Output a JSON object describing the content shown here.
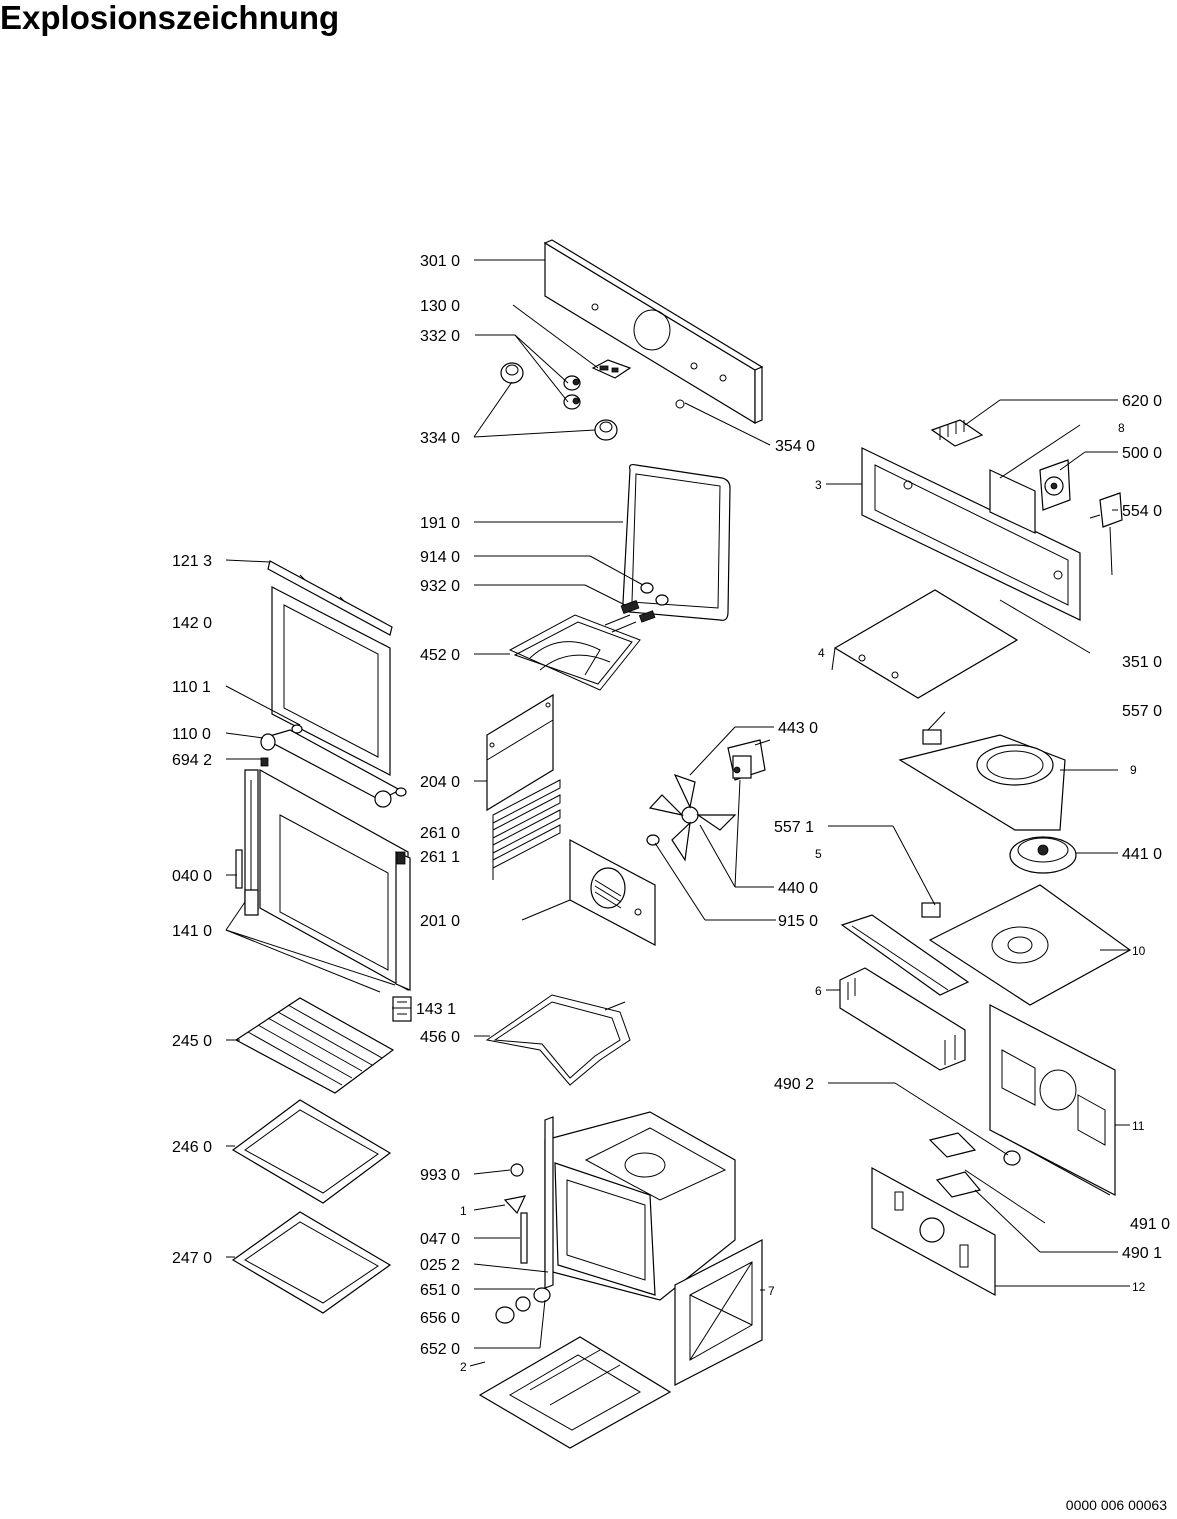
{
  "title": "Explosionszeichnung",
  "document_number": "0000 006 00063",
  "labels": {
    "l3010": "301 0",
    "l1300": "130 0",
    "l3320": "332 0",
    "l3340": "334 0",
    "l3540": "354 0",
    "l6200": "620 0",
    "l8": "8",
    "l5000": "500 0",
    "l3": "3",
    "l5540": "554 0",
    "l1910": "191 0",
    "l1213": "121 3",
    "l9140": "914 0",
    "l9320": "932 0",
    "l1420": "142 0",
    "l4520": "452 0",
    "l4": "4",
    "l3510": "351 0",
    "l1101": "110 1",
    "l5570": "557 0",
    "l4430": "443 0",
    "l1100": "110 0",
    "l6942": "694 2",
    "l9": "9",
    "l2040": "204 0",
    "l5571": "557 1",
    "l2610": "261 0",
    "l2611": "261 1",
    "l5": "5",
    "l4410": "441 0",
    "l0400": "040 0",
    "l4400": "440 0",
    "l2010": "201 0",
    "l9150": "915 0",
    "l1410": "141 0",
    "l10": "10",
    "l6": "6",
    "l1431": "143 1",
    "l2450": "245 0",
    "l4560": "456 0",
    "l4902": "490 2",
    "l11": "11",
    "l2460": "246 0",
    "l9930": "993 0",
    "l1": "1",
    "l0470": "047 0",
    "l4910": "491 0",
    "l0252": "025 2",
    "l4901": "490 1",
    "l2470": "247 0",
    "l6510": "651 0",
    "l7": "7",
    "l12": "12",
    "l6560": "656 0",
    "l6520": "652 0",
    "l2": "2"
  }
}
